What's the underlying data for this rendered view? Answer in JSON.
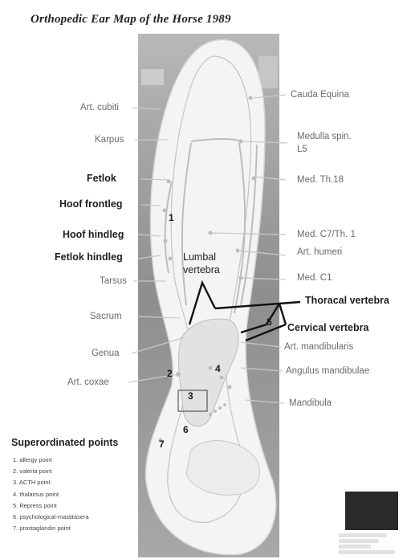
{
  "title": "Orthopedic Ear Map of the Horse 1989",
  "labels_left": [
    {
      "key": "art_cubiti",
      "text": "Art. cubiti",
      "style": "light"
    },
    {
      "key": "karpus",
      "text": "Karpus",
      "style": "light"
    },
    {
      "key": "fetlok",
      "text": "Fetlok",
      "style": "dark"
    },
    {
      "key": "hoof_frontleg",
      "text": "Hoof frontleg",
      "style": "dark"
    },
    {
      "key": "hoof_hindleg",
      "text": "Hoof hindleg",
      "style": "dark"
    },
    {
      "key": "fetlok_hindleg",
      "text": "Fetlok hindleg",
      "style": "dark"
    },
    {
      "key": "tarsus",
      "text": "Tarsus",
      "style": "light"
    },
    {
      "key": "sacrum",
      "text": "Sacrum",
      "style": "light"
    },
    {
      "key": "genua",
      "text": "Genua",
      "style": "light"
    },
    {
      "key": "art_coxae",
      "text": "Art. coxae",
      "style": "light"
    }
  ],
  "labels_right": [
    {
      "key": "cauda_equina",
      "text": "Cauda Equina",
      "style": "light"
    },
    {
      "key": "medulla_spin",
      "text": "Medulla spin.",
      "style": "light"
    },
    {
      "key": "l5",
      "text": "L5",
      "style": "light"
    },
    {
      "key": "med_th18",
      "text": "Med. Th.18",
      "style": "light"
    },
    {
      "key": "med_c7_th1",
      "text": "Med. C7/Th. 1",
      "style": "light"
    },
    {
      "key": "art_humeri",
      "text": "Art. humeri",
      "style": "light"
    },
    {
      "key": "med_c1",
      "text": "Med. C1",
      "style": "light"
    },
    {
      "key": "thoracal_vertebra",
      "text": "Thoracal vertebra",
      "style": "dark"
    },
    {
      "key": "cervical_vertebra",
      "text": "Cervical vertebra",
      "style": "dark"
    },
    {
      "key": "art_mandibularis",
      "text": "Art. mandibularis",
      "style": "light"
    },
    {
      "key": "angulus_mandibulae",
      "text": "Angulus mandibulae",
      "style": "light"
    },
    {
      "key": "mandibula",
      "text": "Mandibula",
      "style": "light"
    }
  ],
  "lumbal_vertebra": [
    "Lumbal",
    "vertebra"
  ],
  "point_numbers": [
    "1",
    "2",
    "3",
    "4",
    "5",
    "6",
    "7"
  ],
  "superordinated": {
    "title": "Superordinated points",
    "items": [
      "1. allergy point",
      "2. valeria point",
      "3. ACTH point",
      "4. thalamus point",
      "5. Repress point",
      "6. psychological-mastitasera",
      "7. prostaglandin point"
    ]
  },
  "colors": {
    "ear_fill": "#f4f4f4",
    "photo_bg": "#9a9a9a",
    "line_light": "#c9c9c9",
    "line_dark": "#111111"
  }
}
